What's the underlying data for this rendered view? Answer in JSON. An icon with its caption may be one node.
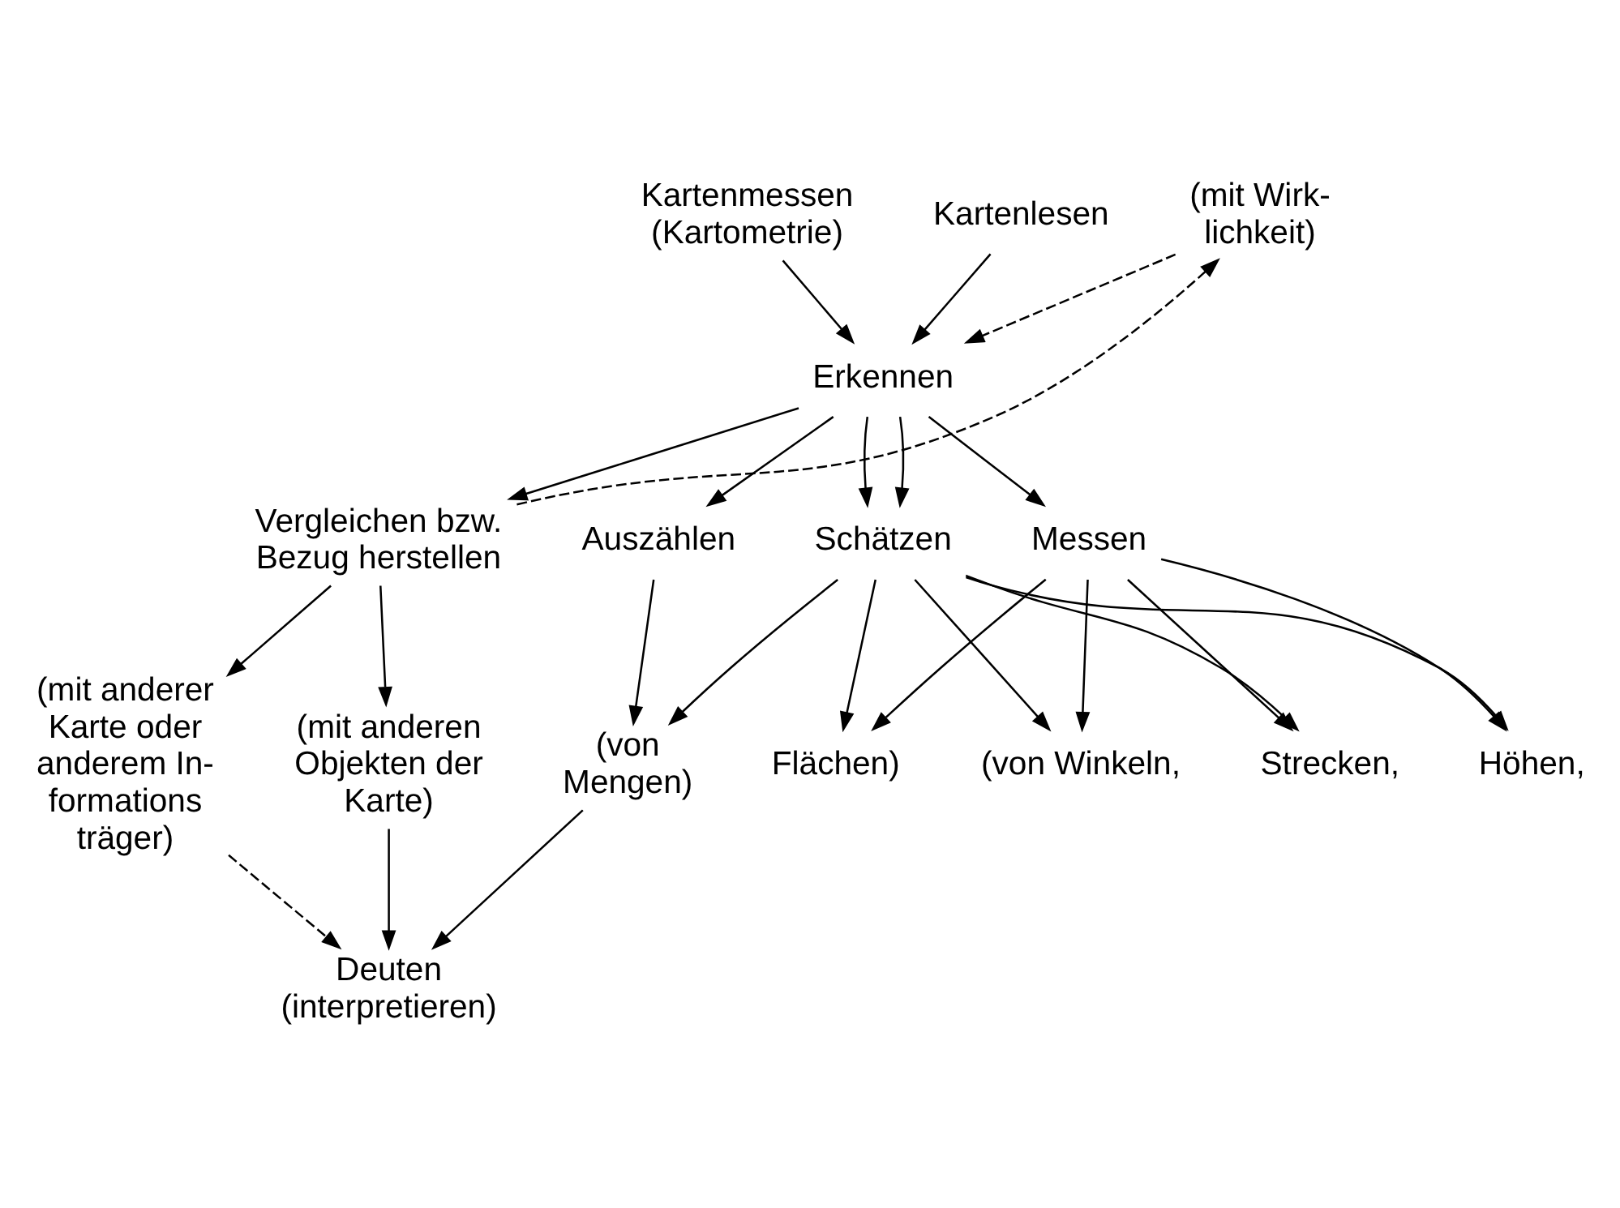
{
  "diagram": {
    "nodes": [
      {
        "text": [
          "Kartenlesen"
        ]
      },
      {
        "text": [
          "Kartenmessen (Kartometrie)"
        ]
      },
      {
        "text": [
          "Erkennen"
        ]
      },
      {
        "text": [
          "(mit Wirk- lichkeit)"
        ]
      },
      {
        "text": [
          "Vergleichen bzw. Bezug herstellen"
        ]
      },
      {
        "text": [
          "Schätzen"
        ]
      },
      {
        "text": [
          "Messen"
        ]
      },
      {
        "text": [
          "Auszählen"
        ]
      },
      {
        "text": [
          "(mit anderer Karte oder anderem In- formations träger)"
        ]
      },
      {
        "text": [
          "(mit anderen Objekten der Karte)"
        ]
      },
      {
        "text": [
          "(von Mengen)"
        ]
      },
      {
        "text": [
          "(von Winkeln,"
        ]
      },
      {
        "text": [
          "Strecken,"
        ]
      },
      {
        "text": [
          "Höhen,"
        ]
      },
      {
        "text": [
          "Flächen)"
        ]
      },
      {
        "text": [
          "Deuten (interpretieren)"
        ]
      }
    ],
    "edges": [
      {
        "from": 0,
        "to": 2,
        "arrow": "to"
      },
      {
        "from": 1,
        "to": 2,
        "arrow": "to"
      },
      {
        "from": 3,
        "to": 2,
        "arrow": "to",
        "style": "dashed"
      },
      {
        "from": 2,
        "to": 4,
        "arrow": "to"
      },
      {
        "from": 4,
        "to": 3,
        "arrow": "to",
        "style": "dashed"
      },
      {
        "from": 2,
        "to": 7,
        "arrow": "to"
      },
      {
        "from": 2,
        "to": 5,
        "arrow": "to"
      },
      {
        "from": 2,
        "to": 5,
        "arrow": "to"
      },
      {
        "from": 2,
        "to": 6,
        "arrow": "to"
      },
      {
        "from": 4,
        "to": 8,
        "arrow": "to"
      },
      {
        "from": 4,
        "to": 9,
        "arrow": "to"
      },
      {
        "from": 7,
        "to": 10,
        "arrow": "to"
      },
      {
        "from": 5,
        "to": 10,
        "arrow": "to"
      },
      {
        "from": 5,
        "to": 11,
        "arrow": "to"
      },
      {
        "from": 5,
        "to": 12,
        "arrow": "to"
      },
      {
        "from": 5,
        "to": 13,
        "arrow": "to"
      },
      {
        "from": 5,
        "to": 14,
        "arrow": "to"
      },
      {
        "from": 6,
        "to": 11,
        "arrow": "to"
      },
      {
        "from": 6,
        "to": 12,
        "arrow": "to"
      },
      {
        "from": 6,
        "to": 13,
        "arrow": "to"
      },
      {
        "from": 6,
        "to": 14,
        "arrow": "to"
      },
      {
        "from": 9,
        "to": 15,
        "arrow": "to"
      },
      {
        "from": 10,
        "to": 15,
        "arrow": "to"
      },
      {
        "from": 8,
        "to": 15,
        "arrow": "to",
        "style": "dashed"
      }
    ]
  }
}
